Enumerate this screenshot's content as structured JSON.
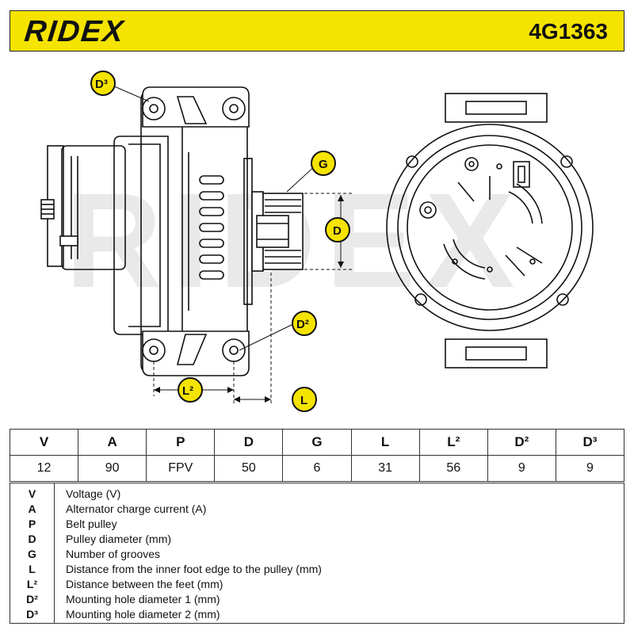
{
  "header": {
    "brand": "RIDEX",
    "part_number": "4G1363"
  },
  "drawing": {
    "watermark": "RIDEX",
    "labels": {
      "d3": "D³",
      "g": "G",
      "d": "D",
      "d2": "D²",
      "l2": "L²",
      "l": "L"
    },
    "colors": {
      "badge": "#f5e300",
      "line": "#111111"
    }
  },
  "spec_table": {
    "headers": [
      "V",
      "A",
      "P",
      "D",
      "G",
      "L",
      "L²",
      "D²",
      "D³"
    ],
    "values": [
      "12",
      "90",
      "FPV",
      "50",
      "6",
      "31",
      "56",
      "9",
      "9"
    ]
  },
  "legend": [
    {
      "key": "V",
      "desc": "Voltage (V)"
    },
    {
      "key": "A",
      "desc": "Alternator charge current (A)"
    },
    {
      "key": "P",
      "desc": "Belt pulley"
    },
    {
      "key": "D",
      "desc": "Pulley diameter (mm)"
    },
    {
      "key": "G",
      "desc": "Number of grooves"
    },
    {
      "key": "L",
      "desc": "Distance from the inner foot edge to the pulley (mm)"
    },
    {
      "key": "L²",
      "desc": "Distance between the feet (mm)"
    },
    {
      "key": "D²",
      "desc": "Mounting hole diameter 1 (mm)"
    },
    {
      "key": "D³",
      "desc": "Mounting hole diameter 2 (mm)"
    }
  ]
}
